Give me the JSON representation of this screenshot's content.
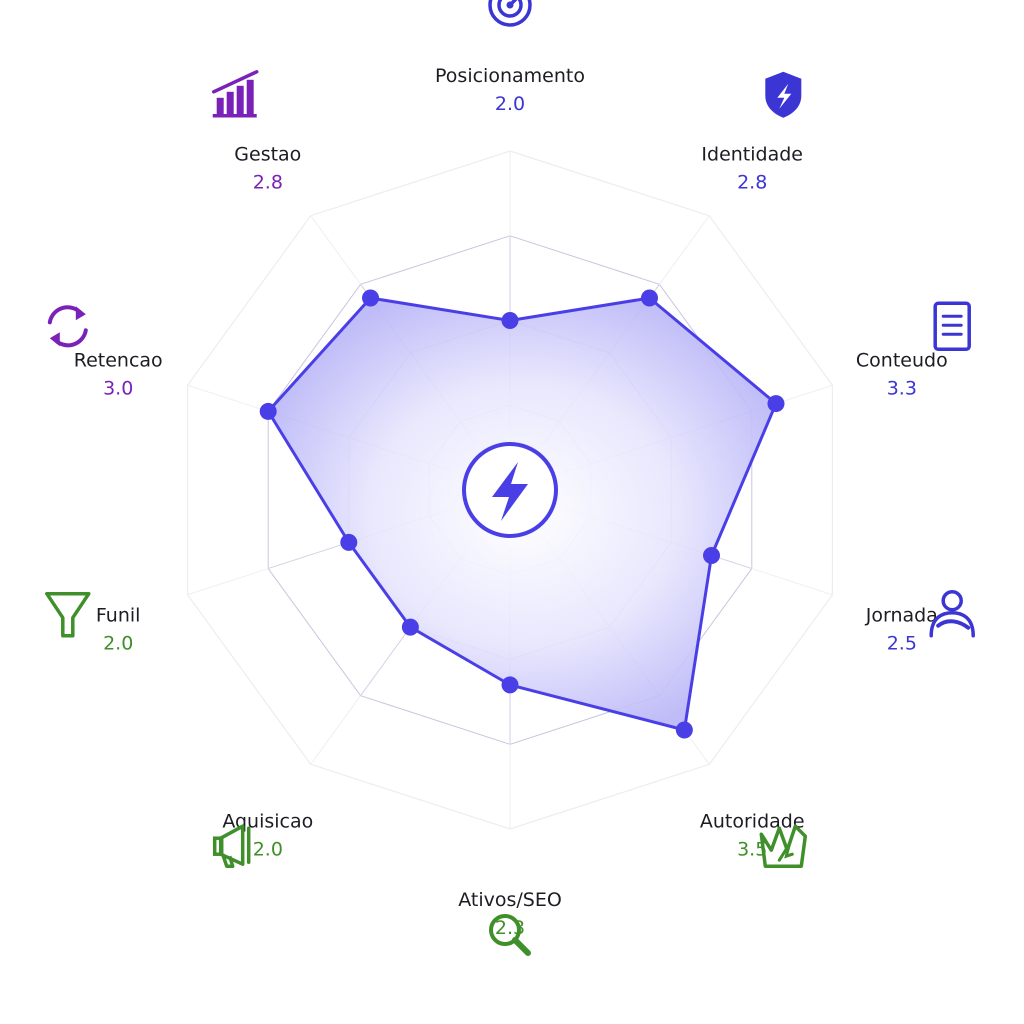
{
  "chart_data": {
    "type": "radar",
    "title": "",
    "max_value": 4,
    "rings": 4,
    "axes": [
      {
        "name": "Posicionamento",
        "value": 2.0,
        "color": "#3b35d4",
        "icon": "target-icon"
      },
      {
        "name": "Identidade",
        "value": 2.8,
        "color": "#3b35d4",
        "icon": "shield-icon"
      },
      {
        "name": "Conteudo",
        "value": 3.3,
        "color": "#3b35d4",
        "icon": "document-icon"
      },
      {
        "name": "Jornada",
        "value": 2.5,
        "color": "#3b35d4",
        "icon": "person-icon"
      },
      {
        "name": "Autoridade",
        "value": 3.5,
        "color": "#3f8f2a",
        "icon": "crown-icon"
      },
      {
        "name": "Ativos/SEO",
        "value": 2.3,
        "color": "#3f8f2a",
        "icon": "search-icon"
      },
      {
        "name": "Aquisicao",
        "value": 2.0,
        "color": "#3f8f2a",
        "icon": "megaphone-icon"
      },
      {
        "name": "Funil",
        "value": 2.0,
        "color": "#3f8f2a",
        "icon": "funnel-icon"
      },
      {
        "name": "Retencao",
        "value": 3.0,
        "color": "#7a22b8",
        "icon": "refresh-icon"
      },
      {
        "name": "Gestao",
        "value": 2.8,
        "color": "#7a22b8",
        "icon": "bar-chart-icon"
      }
    ],
    "series": [
      {
        "values": [
          2.0,
          2.8,
          3.3,
          2.5,
          3.5,
          2.3,
          2.0,
          2.0,
          3.0,
          2.8
        ]
      }
    ],
    "center_icon": "lightning-bolt-icon",
    "colors": {
      "series_stroke": "#4a3fe6",
      "series_fill": "#b9b5f7",
      "marker": "#4a3fe6"
    }
  }
}
